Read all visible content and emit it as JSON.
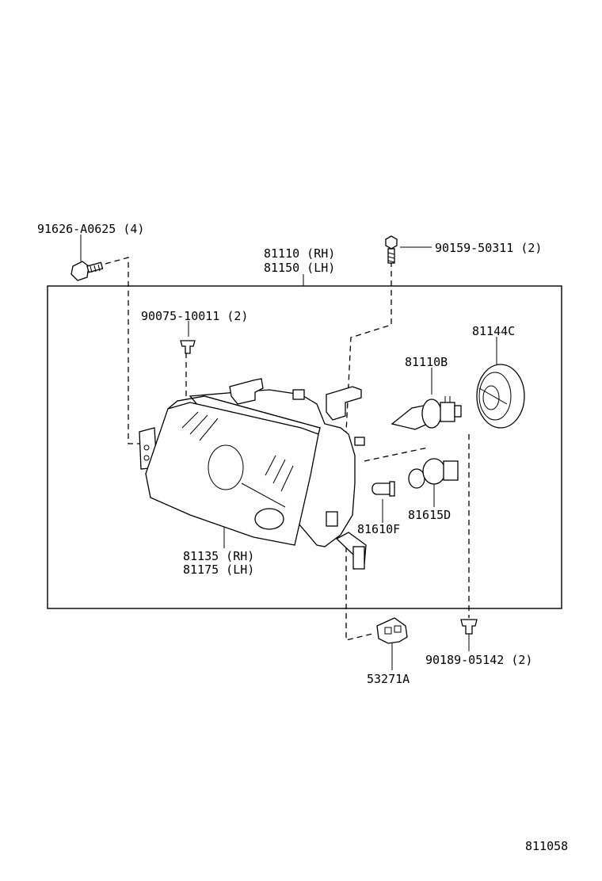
{
  "labels": {
    "bolt": "91626-A0625 (4)",
    "unit_rh": "81110 (RH)",
    "unit_lh": "81150 (LH)",
    "screw": "90159-50311 (2)",
    "clip_upper": "90075-10011 (2)",
    "socket_cover": "81144C",
    "bulb_main": "81110B",
    "bulb_wedge": "81610F",
    "bulb_socket": "81615D",
    "lens_rh": "81135 (RH)",
    "lens_lh": "81175 (LH)",
    "clip_lower": "90189-05142 (2)",
    "bracket": "53271A",
    "diagram_id": "811058"
  }
}
